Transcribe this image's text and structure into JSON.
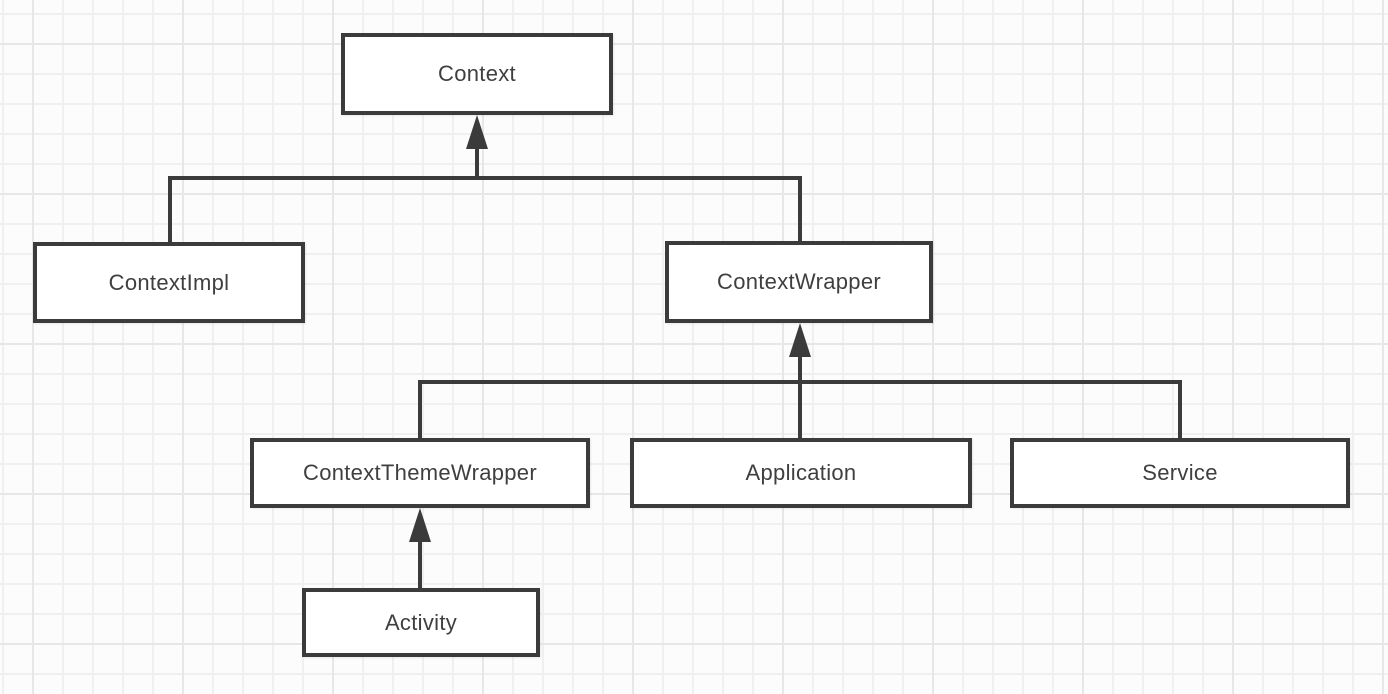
{
  "diagram": {
    "nodes": [
      {
        "id": "context",
        "label": "Context"
      },
      {
        "id": "contextimpl",
        "label": "ContextImpl"
      },
      {
        "id": "contextwrapper",
        "label": "ContextWrapper"
      },
      {
        "id": "contextthemewrapper",
        "label": "ContextThemeWrapper"
      },
      {
        "id": "application",
        "label": "Application"
      },
      {
        "id": "service",
        "label": "Service"
      },
      {
        "id": "activity",
        "label": "Activity"
      }
    ],
    "edges": [
      {
        "from": "ContextImpl",
        "to": "Context",
        "arrow": "solid-triangle-up"
      },
      {
        "from": "ContextWrapper",
        "to": "Context",
        "arrow": "solid-triangle-up"
      },
      {
        "from": "ContextThemeWrapper",
        "to": "ContextWrapper",
        "arrow": "solid-triangle-up"
      },
      {
        "from": "Application",
        "to": "ContextWrapper",
        "arrow": "solid-triangle-up"
      },
      {
        "from": "Service",
        "to": "ContextWrapper",
        "arrow": "solid-triangle-up"
      },
      {
        "from": "Activity",
        "to": "ContextThemeWrapper",
        "arrow": "solid-triangle-up"
      }
    ],
    "colors": {
      "line": "#3b3b3b",
      "box_border": "#3b3b3b",
      "box_fill": "#ffffff",
      "text": "#3f3f3f",
      "grid_minor": "#f0f0f0",
      "grid_major": "#e7e7e7",
      "background": "#fcfcfc"
    }
  }
}
